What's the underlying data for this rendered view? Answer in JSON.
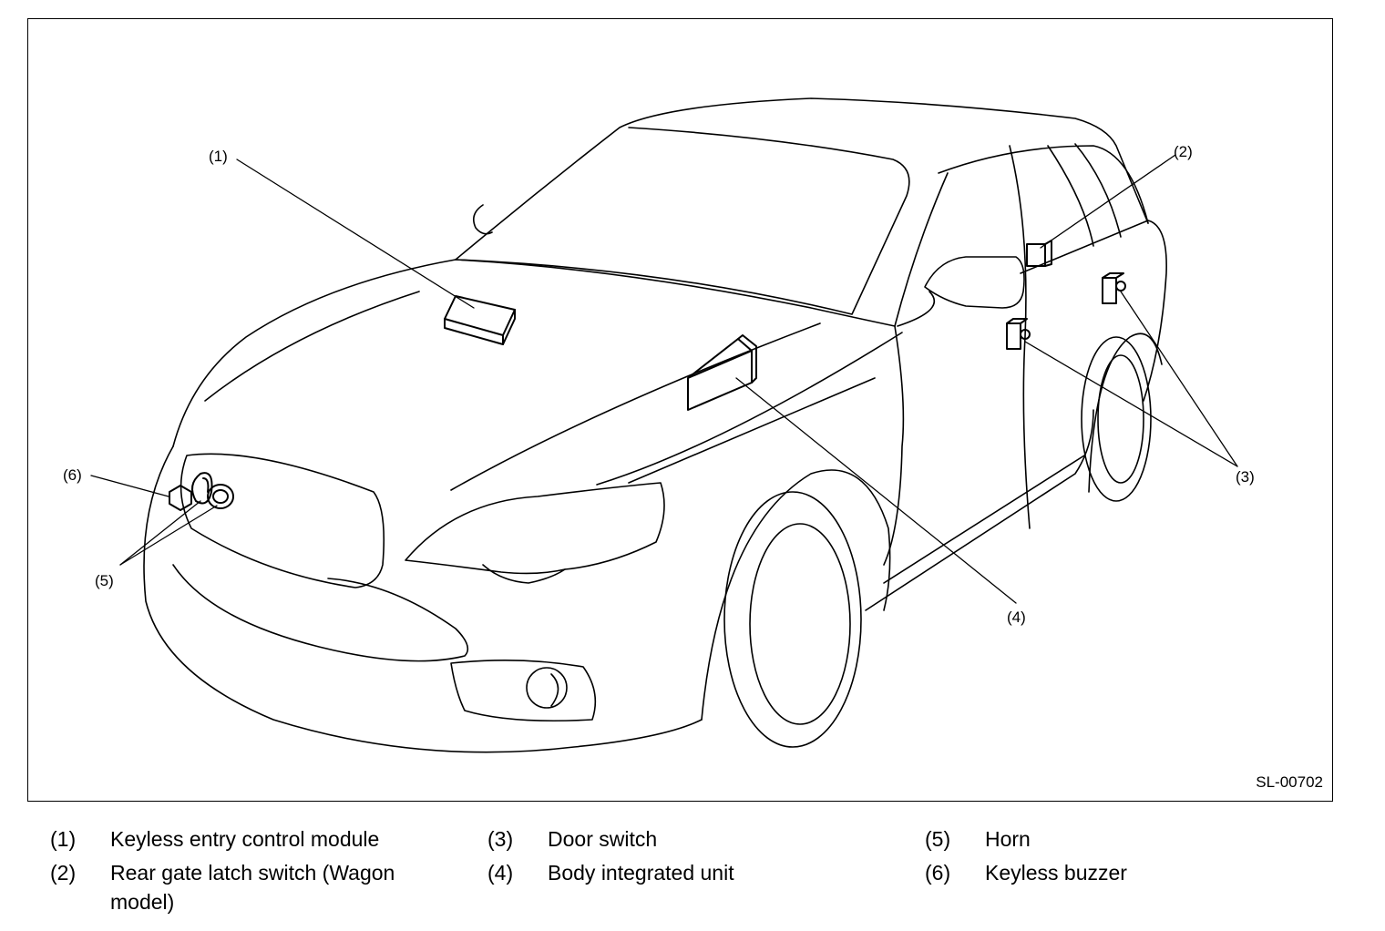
{
  "figure": {
    "code": "SL-00702",
    "callouts": [
      "(1)",
      "(2)",
      "(3)",
      "(4)",
      "(5)",
      "(6)"
    ]
  },
  "legend": [
    {
      "num": "(1)",
      "text": "Keyless entry control module"
    },
    {
      "num": "(2)",
      "text": "Rear gate latch switch (Wagon model)"
    },
    {
      "num": "(3)",
      "text": "Door switch"
    },
    {
      "num": "(4)",
      "text": "Body integrated unit"
    },
    {
      "num": "(5)",
      "text": "Horn"
    },
    {
      "num": "(6)",
      "text": "Keyless buzzer"
    }
  ],
  "colors": {
    "line": "#000000",
    "background": "#ffffff"
  }
}
